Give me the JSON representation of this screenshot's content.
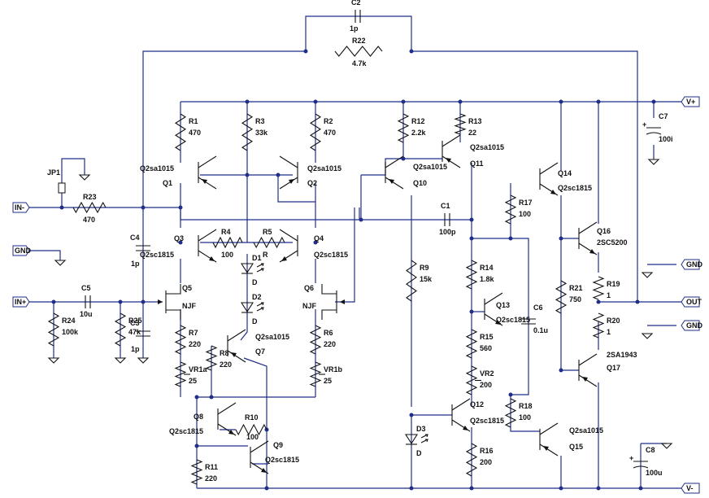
{
  "resistors": {
    "R1": {
      "name": "R1",
      "value": "470"
    },
    "R2": {
      "name": "R2",
      "value": "470"
    },
    "R3": {
      "name": "R3",
      "value": "33k"
    },
    "R4": {
      "name": "R4",
      "value": "100"
    },
    "R5": {
      "name": "R5",
      "value": "R"
    },
    "R6": {
      "name": "R6",
      "value": "220"
    },
    "R7": {
      "name": "R7",
      "value": "220"
    },
    "R8": {
      "name": "R8",
      "value": "220"
    },
    "R9": {
      "name": "R9",
      "value": "15k"
    },
    "R10": {
      "name": "R10",
      "value": "100"
    },
    "R11": {
      "name": "R11",
      "value": "220"
    },
    "R12": {
      "name": "R12",
      "value": "2.2k"
    },
    "R13": {
      "name": "R13",
      "value": "22"
    },
    "R14": {
      "name": "R14",
      "value": "1.8k"
    },
    "R15": {
      "name": "R15",
      "value": "560"
    },
    "R16": {
      "name": "R16",
      "value": "200"
    },
    "R17": {
      "name": "R17",
      "value": "100"
    },
    "R18": {
      "name": "R18",
      "value": "100"
    },
    "R19": {
      "name": "R19",
      "value": "1"
    },
    "R20": {
      "name": "R20",
      "value": "1"
    },
    "R21": {
      "name": "R21",
      "value": "750"
    },
    "R22": {
      "name": "R22",
      "value": "4.7k"
    },
    "R23": {
      "name": "R23",
      "value": "470"
    },
    "R24": {
      "name": "R24",
      "value": "100k"
    },
    "R25": {
      "name": "R25",
      "value": "47k"
    },
    "VR1a": {
      "name": "VR1a",
      "value": "25"
    },
    "VR1b": {
      "name": "VR1b",
      "value": "25"
    },
    "VR2": {
      "name": "VR2",
      "value": "200"
    }
  },
  "capacitors": {
    "C1": {
      "name": "C1",
      "value": "100p"
    },
    "C2": {
      "name": "C2",
      "value": "1p"
    },
    "C3": {
      "name": "C3",
      "value": "1p"
    },
    "C4": {
      "name": "C4",
      "value": "1p"
    },
    "C5": {
      "name": "C5",
      "value": "10u"
    },
    "C6": {
      "name": "C6",
      "value": "0.1u"
    },
    "C7": {
      "name": "C7",
      "value": "100i"
    },
    "C8": {
      "name": "C8",
      "value": "100u"
    }
  },
  "transistors": {
    "Q1": {
      "name": "Q1",
      "model": "Q2sa1015"
    },
    "Q2": {
      "name": "Q2",
      "model": "Q2sa1015"
    },
    "Q3": {
      "name": "Q3",
      "model": "Q2sc1815"
    },
    "Q4": {
      "name": "Q4",
      "model": "Q2sc1815"
    },
    "Q5": {
      "name": "Q5",
      "model": "NJF"
    },
    "Q6": {
      "name": "Q6",
      "model": "NJF"
    },
    "Q7": {
      "name": "Q7",
      "model": "Q2sa1015"
    },
    "Q8": {
      "name": "Q8",
      "model": "Q2sc1815"
    },
    "Q9": {
      "name": "Q9",
      "model": "Q2sc1815"
    },
    "Q10": {
      "name": "Q10",
      "model": "Q2sa1015"
    },
    "Q11": {
      "name": "Q11",
      "model": "Q2sa1015"
    },
    "Q12": {
      "name": "Q12",
      "model": "Q2sc1815"
    },
    "Q13": {
      "name": "Q13",
      "model": "Q2sc1815"
    },
    "Q14": {
      "name": "Q14",
      "model": "Q2sc1815"
    },
    "Q15": {
      "name": "Q15",
      "model": "Q2sa1015"
    },
    "Q16": {
      "name": "Q16",
      "model": "2SC5200"
    },
    "Q17": {
      "name": "Q17",
      "model": "2SA1943"
    }
  },
  "diodes": {
    "D1": {
      "name": "D1",
      "value": "D"
    },
    "D2": {
      "name": "D2",
      "value": "D"
    },
    "D3": {
      "name": "D3",
      "value": "D"
    }
  },
  "ports": {
    "in_minus": "IN-",
    "in_plus": "IN+",
    "gnd_left": "GND",
    "gnd_right1": "GND",
    "gnd_right2": "GND",
    "out": "OUT",
    "vplus": "V+",
    "vminus": "V-"
  },
  "jumper": "JP1",
  "cap_polarity": "+"
}
